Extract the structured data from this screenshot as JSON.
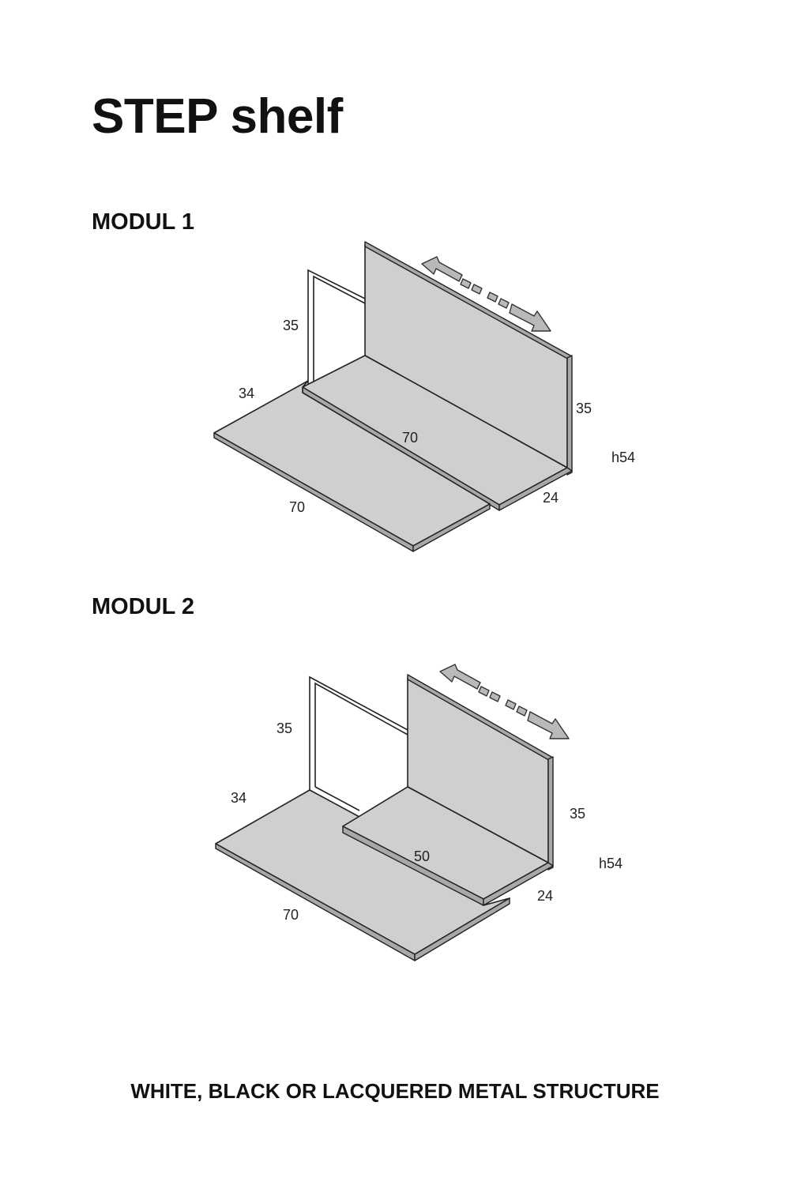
{
  "title": "STEP shelf",
  "modules": [
    {
      "heading": "MODUL 1",
      "dimensions": {
        "frame_height": "35",
        "frame_depth": "34",
        "lower_width": "70",
        "upper_width": "70",
        "upper_depth": "24",
        "back_height": "35",
        "total_height": "h54"
      }
    },
    {
      "heading": "MODUL 2",
      "dimensions": {
        "frame_height": "35",
        "frame_depth": "34",
        "lower_width": "70",
        "upper_width": "50",
        "upper_depth": "24",
        "back_height": "35",
        "total_height": "h54"
      }
    }
  ],
  "footer": "WHITE, BLACK OR LACQUERED METAL STRUCTURE"
}
